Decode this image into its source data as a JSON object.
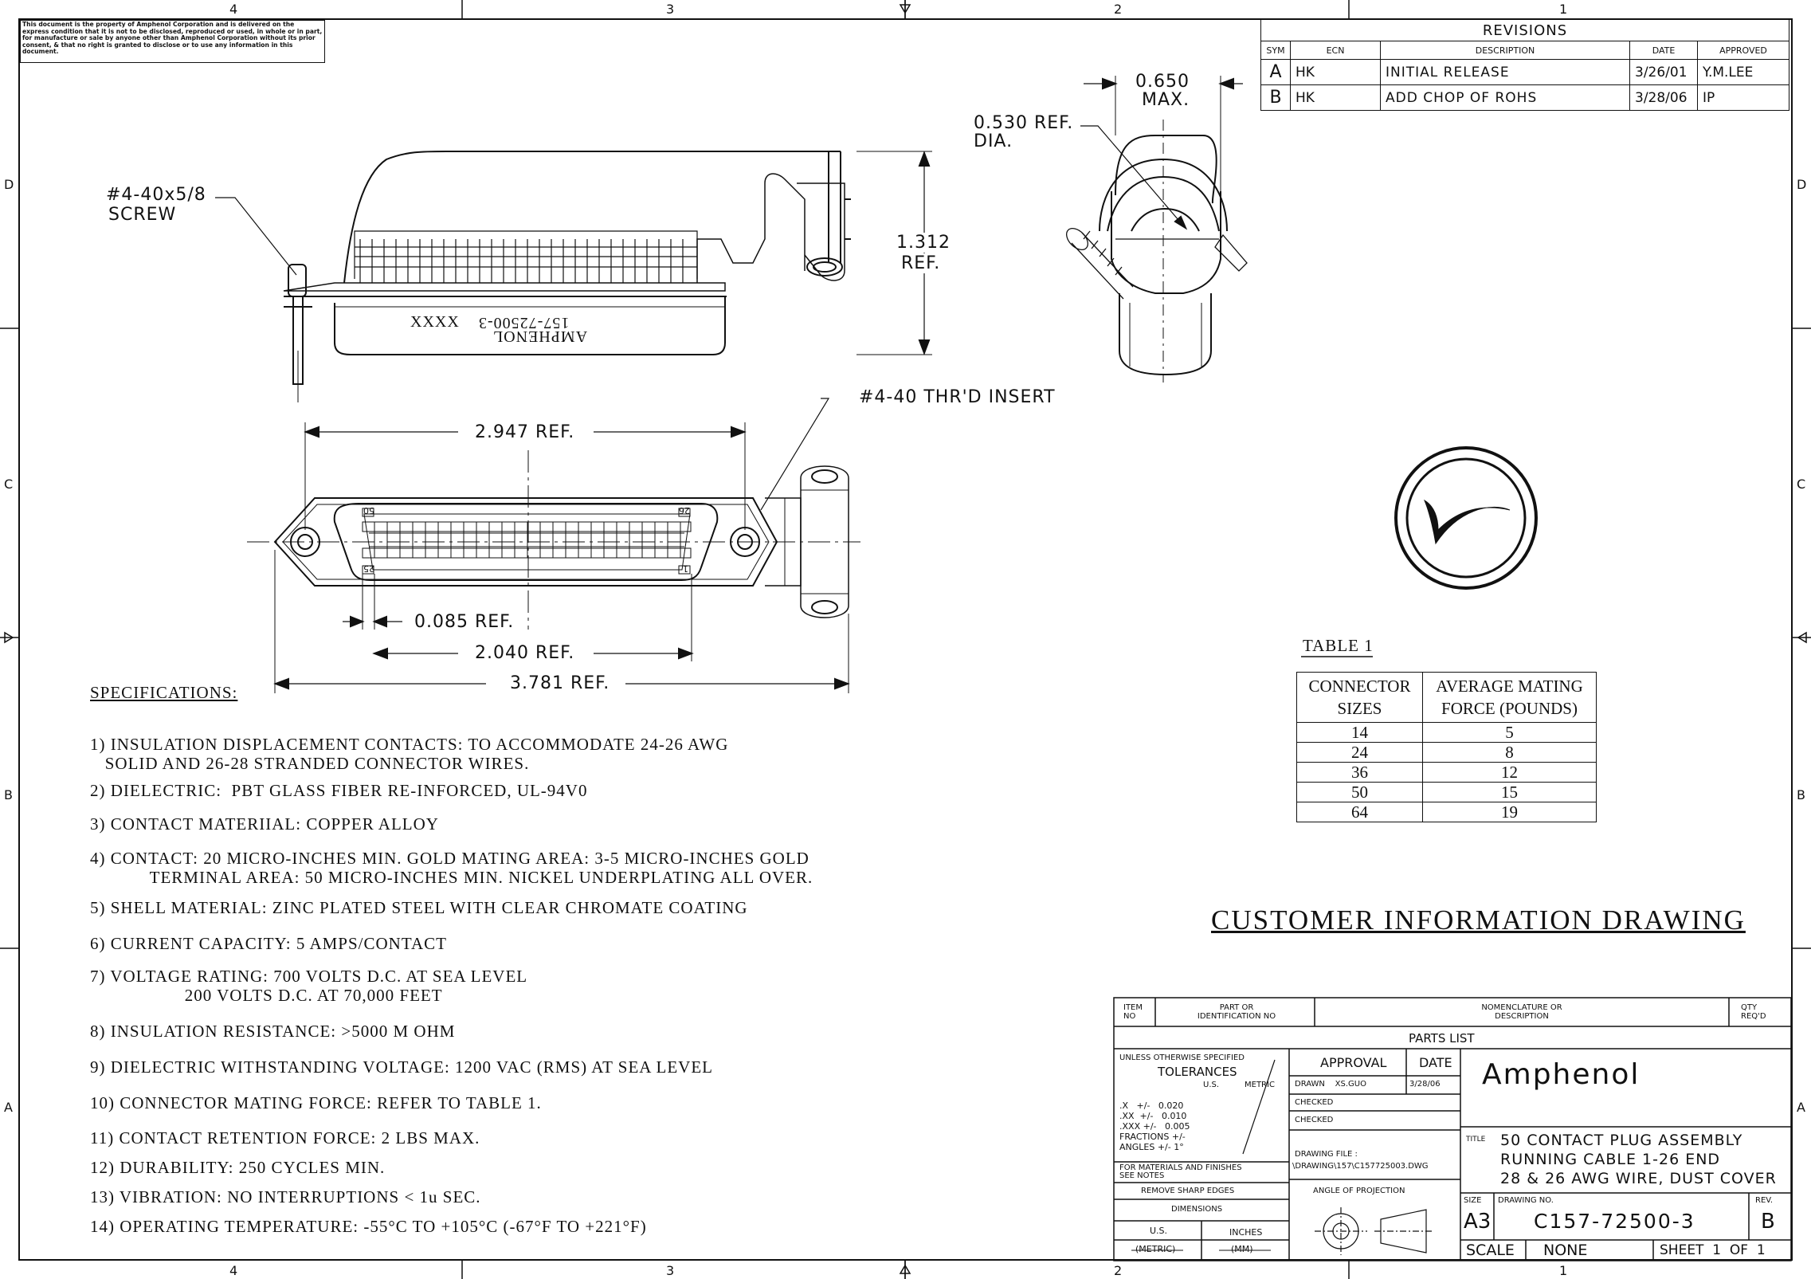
{
  "notice": "This document is the property of Amphenol Corporation and is delivered on the express condition that it is not to be disclosed, reproduced or used, in whole or in part, for manufacture or sale by anyone other than Amphenol Corporation without its prior consent, & that no right is granted to disclose or to use any information in this document.",
  "zones": {
    "columns": [
      "4",
      "3",
      "2",
      "1"
    ],
    "rows": [
      "D",
      "C",
      "B",
      "A"
    ]
  },
  "revisions": {
    "title": "REVISIONS",
    "headers": [
      "SYM",
      "ECN",
      "DESCRIPTION",
      "DATE",
      "APPROVED"
    ],
    "rows": [
      {
        "sym": "A",
        "ecn": "HK",
        "description": "INITIAL RELEASE",
        "date": "3/26/01",
        "approved": "Y.M.LEE"
      },
      {
        "sym": "B",
        "ecn": "HK",
        "description": "ADD CHOP OF ROHS",
        "date": "3/28/06",
        "approved": "IP"
      }
    ]
  },
  "drawing": {
    "screw_label": "#4-40x5/8",
    "screw_label2": "SCREW",
    "body_text_1": "157-72500-3",
    "body_text_2": "AMPHENOL",
    "body_text_3": "XXXX",
    "dim_height": "1.312",
    "dim_height_ref": "REF.",
    "dim_max": "0.650",
    "dim_max2": "MAX.",
    "dim_dia": "0.530 REF.",
    "dim_dia2": "DIA.",
    "insert_label": "#4-40 THR'D INSERT",
    "dim_2947": "2.947 REF.",
    "dim_0085": "0.085 REF.",
    "dim_2040": "2.040 REF.",
    "dim_3781": "3.781 REF.",
    "pin_50": "50",
    "pin_26": "26",
    "pin_25": "25",
    "pin_1": "1"
  },
  "specifications": {
    "title": "SPECIFICATIONS:",
    "items": [
      "1) INSULATION DISPLACEMENT CONTACTS: TO ACCOMMODATE 24-26 AWG\n   SOLID AND 26-28 STRANDED CONNECTOR WIRES.",
      "2) DIELECTRIC:  PBT GLASS FIBER RE-INFORCED, UL-94V0",
      "3) CONTACT MATERIIAL: COPPER ALLOY",
      "4) CONTACT: 20 MICRO-INCHES MIN. GOLD MATING AREA: 3-5 MICRO-INCHES GOLD\n            TERMINAL AREA: 50 MICRO-INCHES MIN. NICKEL UNDERPLATING ALL OVER.",
      "5) SHELL MATERIAL: ZINC PLATED STEEL WITH CLEAR CHROMATE COATING",
      "6) CURRENT CAPACITY: 5 AMPS/CONTACT",
      "7) VOLTAGE RATING: 700 VOLTS D.C. AT SEA LEVEL\n                   200 VOLTS D.C. AT 70,000 FEET",
      "8) INSULATION RESISTANCE: >5000 M OHM",
      "9) DIELECTRIC WITHSTANDING VOLTAGE: 1200 VAC (RMS) AT SEA LEVEL",
      "10) CONNECTOR MATING FORCE: REFER TO TABLE 1.",
      "11) CONTACT RETENTION FORCE: 2 LBS MAX.",
      "12) DURABILITY: 250 CYCLES MIN.",
      "13) VIBRATION: NO INTERRUPTIONS < 1u SEC.",
      "14) OPERATING TEMPERATURE: -55°C TO +105°C (-67°F TO +221°F)"
    ]
  },
  "table1": {
    "caption": "TABLE 1",
    "header_col1": "CONNECTOR\nSIZES",
    "header_col2": "AVERAGE MATING\nFORCE (POUNDS)",
    "rows": [
      [
        "14",
        "5"
      ],
      [
        "24",
        "8"
      ],
      [
        "36",
        "12"
      ],
      [
        "50",
        "15"
      ],
      [
        "64",
        "19"
      ]
    ]
  },
  "customer_drawing": "CUSTOMER INFORMATION DRAWING",
  "title_block": {
    "item_no": "ITEM\nNO",
    "part_id": "PART OR\nIDENTIFICATION NO",
    "nomenclature": "NOMENCLATURE OR\nDESCRIPTION",
    "qty": "QTY\nREQ'D",
    "parts_list": "PARTS LIST",
    "unless": "UNLESS OTHERWISE SPECIFIED",
    "tolerances": "TOLERANCES",
    "us": "U.S.",
    "metric": "METRIC",
    "tol_x": ".X   +/-   0.020",
    "tol_xx": ".XX  +/-   0.010",
    "tol_xxx": ".XXX +/-   0.005",
    "fractions": "FRACTIONS +/-",
    "angles": "ANGLES +/-  1°",
    "materials": "FOR MATERIALS AND FINISHES\nSEE NOTES",
    "remove_edges": "REMOVE SHARP EDGES",
    "dimensions": "DIMENSIONS",
    "dim_us": "U.S.",
    "dim_inches": "INCHES",
    "dim_metric": "(METRIC)",
    "dim_mm": "(MM)",
    "approval": "APPROVAL",
    "date": "DATE",
    "drawn": "DRAWN    XS.GUO",
    "drawn_date": "3/28/06",
    "checked1": "CHECKED",
    "checked2": "CHECKED",
    "drawing_file": "DRAWING FILE :",
    "drawing_path": "\\DRAWING\\157\\C157725003.DWG",
    "angle_projection": "ANGLE OF PROJECTION",
    "company": "Amphenol",
    "title_label": "TITLE",
    "title_lines": [
      "50 CONTACT PLUG ASSEMBLY",
      "RUNNING CABLE 1-26 END",
      "28 & 26 AWG WIRE, DUST COVER"
    ],
    "size_label": "SIZE",
    "size": "A3",
    "drawing_no_label": "DRAWING NO.",
    "drawing_no": "C157-72500-3",
    "rev_label": "REV.",
    "rev": "B",
    "scale_label": "SCALE",
    "scale": "NONE",
    "sheet": "SHEET  1  OF  1"
  }
}
